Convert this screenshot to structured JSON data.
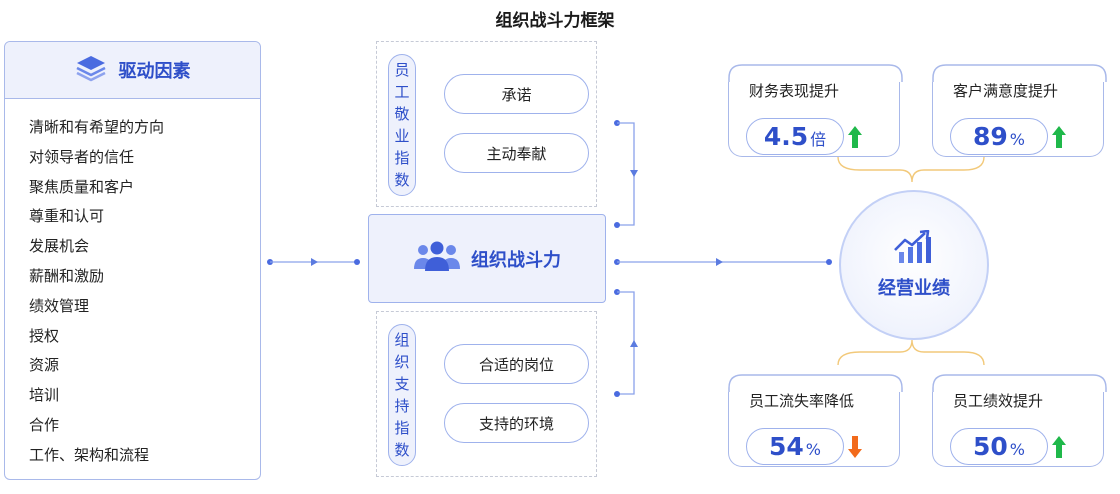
{
  "title": "组织战斗力框架",
  "drivers": {
    "header": "驱动因素",
    "icon": "layers-icon",
    "items": [
      "清晰和有希望的方向",
      "对领导者的信任",
      "聚焦质量和客户",
      "尊重和认可",
      "发展机会",
      "薪酬和激励",
      "绩效管理",
      "授权",
      "资源",
      "培训",
      "合作",
      "工作、架构和流程"
    ]
  },
  "engagement": {
    "label_chars": [
      "员",
      "工",
      "敬",
      "业",
      "指",
      "数"
    ],
    "items": [
      "承诺",
      "主动奉献"
    ]
  },
  "support": {
    "label_chars": [
      "组",
      "织",
      "支",
      "持",
      "指",
      "数"
    ],
    "items": [
      "合适的岗位",
      "支持的环境"
    ]
  },
  "center": {
    "label": "组织战斗力",
    "icon": "team-icon"
  },
  "result": {
    "label": "经营业绩",
    "icon": "growth-chart-icon"
  },
  "metrics": {
    "financial": {
      "label": "财务表现提升",
      "value": "4.5",
      "unit": "倍",
      "trend": "up"
    },
    "customer": {
      "label": "客户满意度提升",
      "value": "89",
      "unit": "%",
      "trend": "up"
    },
    "attrition": {
      "label": "员工流失率降低",
      "value": "54",
      "unit": "%",
      "trend": "down"
    },
    "performance": {
      "label": "员工绩效提升",
      "value": "50",
      "unit": "%",
      "trend": "up"
    }
  },
  "colors": {
    "accent": "#2e4fc9",
    "border": "#a9b9ea",
    "panel_bg": "#eef1fc",
    "up_arrow": "#1fb84a",
    "down_arrow": "#f26a1b",
    "bracket": "#f2c97a",
    "connector": "#5b7be0"
  }
}
